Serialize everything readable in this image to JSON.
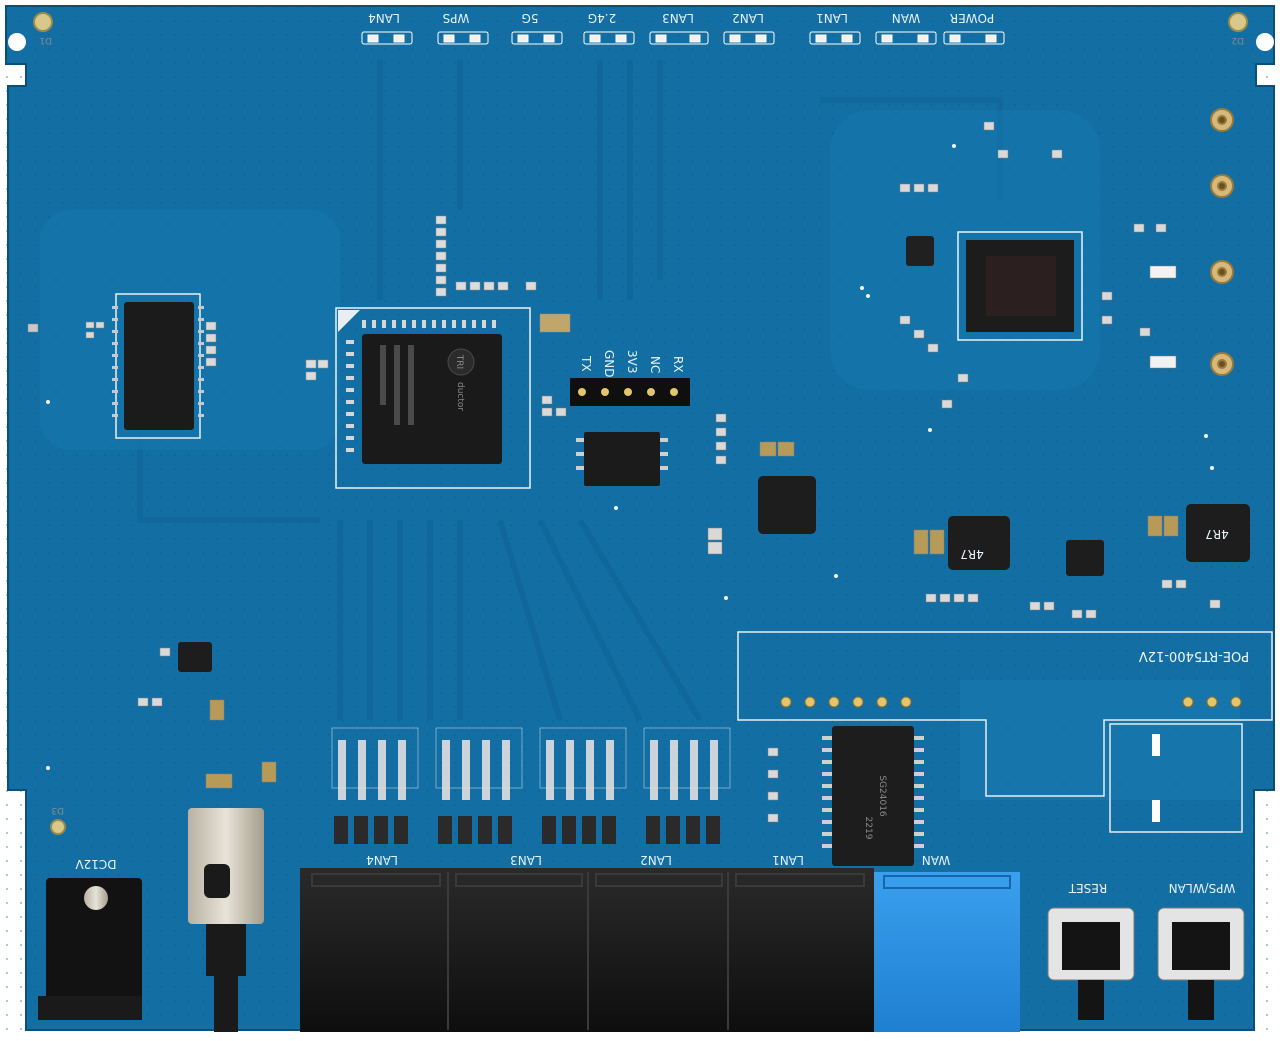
{
  "board": {
    "led_labels": [
      "POWER",
      "WAN",
      "LAN1",
      "LAN2",
      "LAN3",
      "2.4G",
      "5G",
      "WPS",
      "LAN4"
    ],
    "ref_d1": "D1",
    "ref_d2": "D2",
    "ref_d3": "D3",
    "uart_labels": [
      "TX",
      "GND",
      "3V3",
      "NC",
      "RX"
    ],
    "soc_logo": "TRI",
    "soc_brand": "ductor",
    "switch_chip_marking": "SG24016",
    "switch_chip_code": "2219",
    "inductor_mark": "4R7",
    "board_model": "POE-RT5400-12V",
    "port_labels": [
      "LAN4",
      "LAN3",
      "LAN2",
      "LAN1",
      "WAN"
    ],
    "power_label": "DC12V",
    "reset_label": "RESET",
    "wps_label": "WPS/WLAN",
    "colors": {
      "pcb": "#136fa3",
      "pcb_dark": "#0d5e8d",
      "silkscreen": "#e9f3f8",
      "wan_port": "#2b8fe0",
      "lan_port": "#151515"
    }
  }
}
